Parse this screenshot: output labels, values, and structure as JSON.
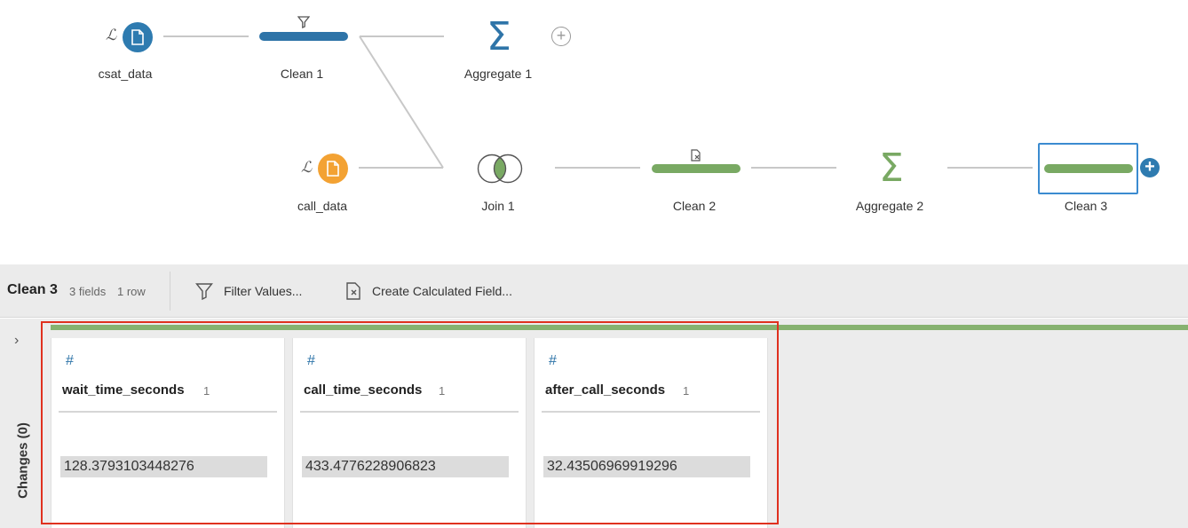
{
  "flow": {
    "nodes": [
      {
        "id": "csat_data",
        "label": "csat_data",
        "kind": "input",
        "color": "#2e7bb0"
      },
      {
        "id": "clean1",
        "label": "Clean 1",
        "kind": "clean",
        "color": "#2e74a8"
      },
      {
        "id": "aggregate1",
        "label": "Aggregate 1",
        "kind": "aggregate",
        "color": "#2e74a8"
      },
      {
        "id": "call_data",
        "label": "call_data",
        "kind": "input",
        "color": "#f3a233"
      },
      {
        "id": "join1",
        "label": "Join 1",
        "kind": "join",
        "color": "#79a963"
      },
      {
        "id": "clean2",
        "label": "Clean 2",
        "kind": "clean",
        "color": "#79a963"
      },
      {
        "id": "aggregate2",
        "label": "Aggregate 2",
        "kind": "aggregate",
        "color": "#79a963"
      },
      {
        "id": "clean3",
        "label": "Clean 3",
        "kind": "clean",
        "color": "#79a963",
        "selected": true
      }
    ],
    "icons": {
      "input": "document-icon",
      "input_modifier": "script-fx-icon",
      "filter": "filter-icon",
      "calc": "calculated-field-icon",
      "aggregate": "sigma-icon",
      "join": "join-venn-icon",
      "add": "plus-icon"
    },
    "symbols": {
      "aggregate": "Σ",
      "add": "+",
      "fx": "ℒ"
    }
  },
  "toolbar": {
    "title": "Clean 3",
    "fields": "3 fields",
    "rows": "1 row",
    "filter_label": "Filter Values...",
    "calc_label": "Create Calculated Field..."
  },
  "changes": {
    "label": "Changes (0)",
    "chevron": "›"
  },
  "profile": {
    "columns": [
      {
        "type_glyph": "#",
        "name": "wait_time_seconds",
        "count": "1",
        "value": "128.3793103448276"
      },
      {
        "type_glyph": "#",
        "name": "call_time_seconds",
        "count": "1",
        "value": "433.4776228906823"
      },
      {
        "type_glyph": "#",
        "name": "after_call_seconds",
        "count": "1",
        "value": "32.43506969919296"
      }
    ]
  },
  "colors": {
    "blue": "#2e74a8",
    "green": "#79a963",
    "orange": "#f3a233",
    "highlight": "#e0311f",
    "selection": "#3b8bd0"
  }
}
